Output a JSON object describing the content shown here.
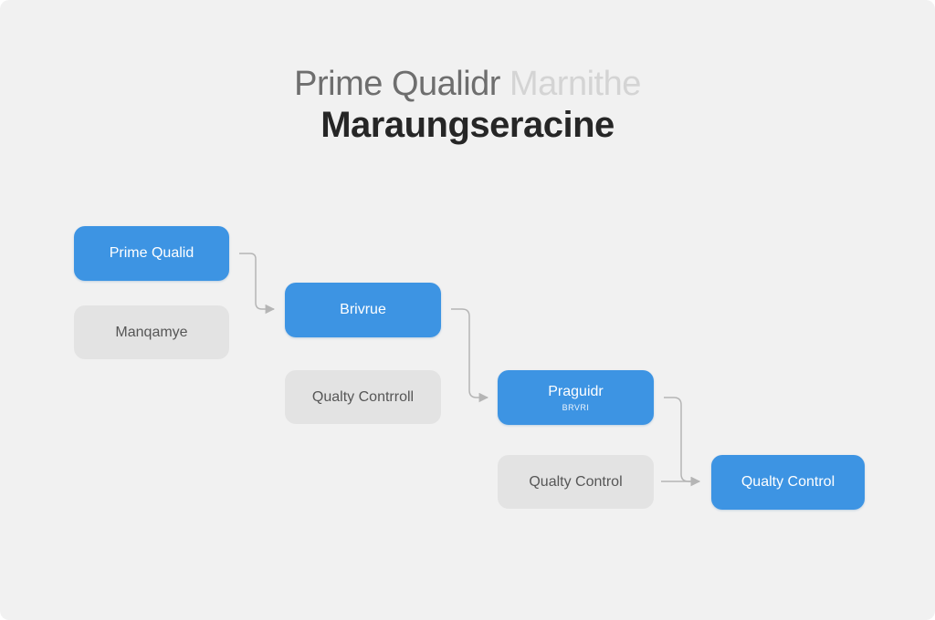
{
  "title": {
    "line1_part1": "Prime Qualidr ",
    "line1_part2": "Marnithe",
    "line2": "Maraungseracine"
  },
  "nodes": {
    "prime_qualid": {
      "label": "Prime Qualid"
    },
    "manqamye": {
      "label": "Manqamye"
    },
    "brivrue": {
      "label": "Brivrue"
    },
    "quality_control_1": {
      "label": "Qualty Contrroll"
    },
    "praguidr": {
      "label": "Praguidr",
      "sublabel": "BRVRI"
    },
    "quality_control_2": {
      "label": "Qualty Control"
    },
    "quality_control_3": {
      "label": "Qualty Control"
    }
  },
  "colors": {
    "background": "#f1f1f1",
    "accent_blue": "#3d94e3",
    "node_gray": "#e3e3e3",
    "connector": "#b5b5b5"
  }
}
